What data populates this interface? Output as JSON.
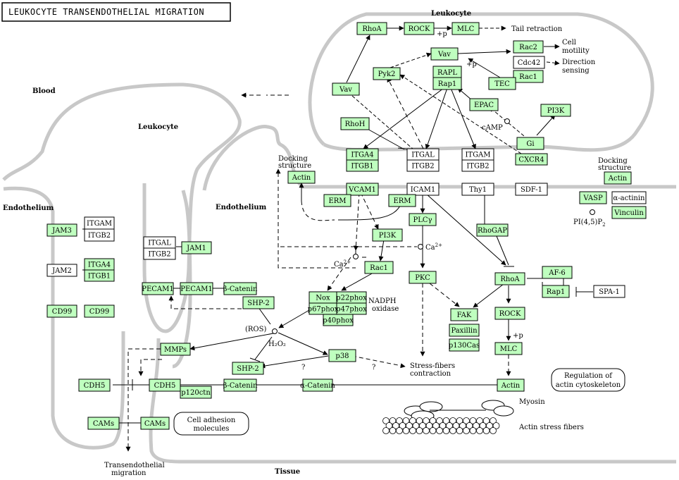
{
  "title": "LEUKOCYTE TRANSENDOTHELIAL MIGRATION",
  "regions": {
    "leukocyte_top": "Leukocyte",
    "blood": "Blood",
    "leukocyte_left": "Leukocyte",
    "endothelium_left": "Endothelium",
    "endothelium_mid": "Endothelium",
    "tissue": "Tissue"
  },
  "colors": {
    "gene_fill": "#bfffbf",
    "plain_fill": "#ffffff",
    "membrane": "#c8c8c8",
    "line": "#000000"
  },
  "nodes": [
    {
      "id": "RhoA_top",
      "label": "RhoA",
      "green": true
    },
    {
      "id": "ROCK_top",
      "label": "ROCK",
      "green": true
    },
    {
      "id": "MLC_top",
      "label": "MLC",
      "green": true
    },
    {
      "id": "Vav_top",
      "label": "Vav",
      "green": true
    },
    {
      "id": "Rac2",
      "label": "Rac2",
      "green": true
    },
    {
      "id": "Cdc42",
      "label": "Cdc42",
      "green": false
    },
    {
      "id": "Rac1_top",
      "label": "Rac1",
      "green": true
    },
    {
      "id": "Pyk2",
      "label": "Pyk2",
      "green": true
    },
    {
      "id": "RAPL",
      "label": "RAPL",
      "green": true
    },
    {
      "id": "Rap1_top",
      "label": "Rap1",
      "green": true
    },
    {
      "id": "TEC",
      "label": "TEC",
      "green": true
    },
    {
      "id": "Vav_left",
      "label": "Vav",
      "green": true
    },
    {
      "id": "EPAC",
      "label": "EPAC",
      "green": true
    },
    {
      "id": "PI3K_top",
      "label": "PI3K",
      "green": true
    },
    {
      "id": "RhoH",
      "label": "RhoH",
      "green": true
    },
    {
      "id": "Gi",
      "label": "Gi",
      "green": true
    },
    {
      "id": "ITGA4",
      "label": "ITGA4",
      "green": true
    },
    {
      "id": "ITGB1",
      "label": "ITGB1",
      "green": true
    },
    {
      "id": "ITGAL",
      "label": "ITGAL",
      "green": false
    },
    {
      "id": "ITGB2",
      "label": "ITGB2",
      "green": false
    },
    {
      "id": "ITGAM",
      "label": "ITGAM",
      "green": false
    },
    {
      "id": "ITGB2b",
      "label": "ITGB2",
      "green": false
    },
    {
      "id": "CXCR4",
      "label": "CXCR4",
      "green": true
    },
    {
      "id": "Actin_dock",
      "label": "Actin",
      "green": true
    },
    {
      "id": "Actin_right",
      "label": "Actin",
      "green": true
    },
    {
      "id": "VCAM1",
      "label": "VCAM1",
      "green": true
    },
    {
      "id": "ICAM1",
      "label": "ICAM1",
      "green": false
    },
    {
      "id": "Thy1",
      "label": "Thy1",
      "green": false
    },
    {
      "id": "SDF1",
      "label": "SDF-1",
      "green": false
    },
    {
      "id": "VASP",
      "label": "VASP",
      "green": true
    },
    {
      "id": "alpha_actinin",
      "label": "α-actinin",
      "green": false
    },
    {
      "id": "Vinculin",
      "label": "Vinculin",
      "green": true
    },
    {
      "id": "ERM1",
      "label": "ERM",
      "green": true
    },
    {
      "id": "ERM2",
      "label": "ERM",
      "green": true
    },
    {
      "id": "PLCy",
      "label": "PLCγ",
      "green": true
    },
    {
      "id": "RhoGAP",
      "label": "RhoGAP",
      "green": true
    },
    {
      "id": "PI3K_mid",
      "label": "PI3K",
      "green": true
    },
    {
      "id": "JAM3",
      "label": "JAM3",
      "green": true
    },
    {
      "id": "ITGAM_l",
      "label": "ITGAM",
      "green": false
    },
    {
      "id": "ITGB2_l",
      "label": "ITGB2",
      "green": false
    },
    {
      "id": "JAM2",
      "label": "JAM2",
      "green": false
    },
    {
      "id": "ITGA4_l",
      "label": "ITGA4",
      "green": true
    },
    {
      "id": "ITGB1_l",
      "label": "ITGB1",
      "green": true
    },
    {
      "id": "CD99_a",
      "label": "CD99",
      "green": true
    },
    {
      "id": "CD99_b",
      "label": "CD99",
      "green": true
    },
    {
      "id": "ITGAL_m",
      "label": "ITGAL",
      "green": false
    },
    {
      "id": "ITGB2_m",
      "label": "ITGB2",
      "green": false
    },
    {
      "id": "JAM1",
      "label": "JAM1",
      "green": true
    },
    {
      "id": "PECAM1_a",
      "label": "PECAM1",
      "green": true
    },
    {
      "id": "PECAM1_b",
      "label": "PECAM1",
      "green": true
    },
    {
      "id": "bCatenin_top",
      "label": "β-Catenin",
      "green": true
    },
    {
      "id": "Rac1_mid",
      "label": "Rac1",
      "green": true
    },
    {
      "id": "PKC",
      "label": "PKC",
      "green": true
    },
    {
      "id": "RhoA_mid",
      "label": "RhoA",
      "green": true
    },
    {
      "id": "AF6",
      "label": "AF-6",
      "green": true
    },
    {
      "id": "Rap1_mid",
      "label": "Rap1",
      "green": true
    },
    {
      "id": "SPA1",
      "label": "SPA-1",
      "green": false
    },
    {
      "id": "Nox",
      "label": "Nox",
      "green": true
    },
    {
      "id": "p22phox",
      "label": "p22phox",
      "green": true
    },
    {
      "id": "p67phox",
      "label": "p67phox",
      "green": true
    },
    {
      "id": "p47phox",
      "label": "p47phox",
      "green": true
    },
    {
      "id": "p40phox",
      "label": "p40phox",
      "green": true
    },
    {
      "id": "SHP2_top",
      "label": "SHP-2",
      "green": true
    },
    {
      "id": "FAK",
      "label": "FAK",
      "green": true
    },
    {
      "id": "Paxillin",
      "label": "Paxillin",
      "green": true
    },
    {
      "id": "p130Cas",
      "label": "p130Cas",
      "green": true
    },
    {
      "id": "ROCK_mid",
      "label": "ROCK",
      "green": true
    },
    {
      "id": "MMPs",
      "label": "MMPs",
      "green": true
    },
    {
      "id": "p38",
      "label": "p38",
      "green": true
    },
    {
      "id": "SHP2_bot",
      "label": "SHP-2",
      "green": true
    },
    {
      "id": "MLC_mid",
      "label": "MLC",
      "green": true
    },
    {
      "id": "CDH5_a",
      "label": "CDH5",
      "green": true
    },
    {
      "id": "CDH5_b",
      "label": "CDH5",
      "green": true
    },
    {
      "id": "p120ctn",
      "label": "p120ctn",
      "green": true
    },
    {
      "id": "bCatenin_bot",
      "label": "β-Catenin",
      "green": true
    },
    {
      "id": "aCatenin",
      "label": "α-Catenin",
      "green": true
    },
    {
      "id": "Actin_bot",
      "label": "Actin",
      "green": true
    },
    {
      "id": "CAMs_a",
      "label": "CAMs",
      "green": true
    },
    {
      "id": "CAMs_b",
      "label": "CAMs",
      "green": true
    }
  ],
  "labels": {
    "tail_retraction": "Tail retraction",
    "cell_motility_1": "Cell",
    "cell_motility_2": "motility",
    "direction_1": "Direction",
    "direction_2": "sensing",
    "plus_p_top": "+p",
    "plus_p_vav": "+p",
    "plus_p_mid": "+p",
    "camp": "cAMP",
    "docking_l1": "Docking",
    "docking_l2": "structure",
    "docking_r1": "Docking",
    "docking_r2": "structure",
    "pip2": "PI(4,5)P",
    "pip2_sub": "2",
    "ca1": "Ca",
    "ca1_sup": "2+",
    "ca2": "Ca",
    "ca2_sup": "2+",
    "nadph_1": "NADPH",
    "nadph_2": "oxidase",
    "ros": "(ROS)",
    "h2o2": "H₂O₂",
    "q1": "?",
    "q2": "?",
    "stress_1": "Stress-fibers",
    "stress_2": "contraction",
    "reg_1": "Regulation of",
    "reg_2": "actin cytoskeleton",
    "myosin": "Myosin",
    "actin_fibers": "Actin stress fibers",
    "cell_adh_1": "Cell adhesion",
    "cell_adh_2": "molecules",
    "trans_1": "Transendothelial",
    "trans_2": "migration"
  }
}
